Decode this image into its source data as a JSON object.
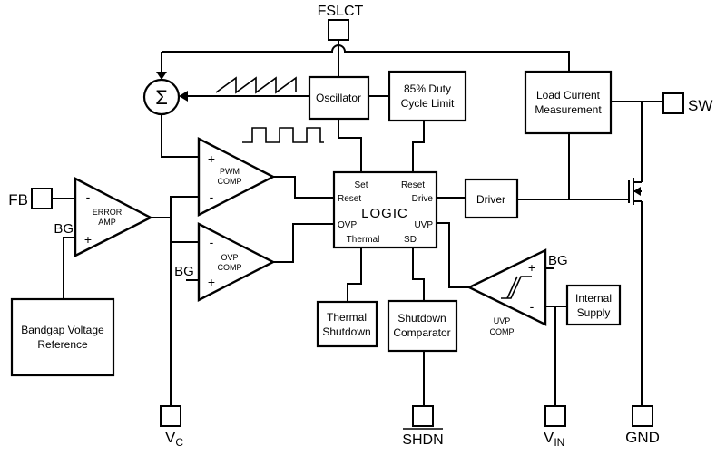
{
  "labels": {
    "fslct": "FSLCT",
    "fb": "FB",
    "sw": "SW",
    "gnd": "GND",
    "shdn": "SHDN",
    "vc_base": "V",
    "vc_sub": "C",
    "vin_base": "V",
    "vin_sub": "IN",
    "bg": "BG",
    "sigma": "Σ",
    "plus": "+",
    "minus": "-"
  },
  "blocks": {
    "oscillator": {
      "line1": "Oscillator"
    },
    "duty_limit": {
      "line1": "85% Duty",
      "line2": "Cycle Limit"
    },
    "load_current": {
      "line1": "Load Current",
      "line2": "Measurement"
    },
    "driver": {
      "line1": "Driver"
    },
    "thermal_shutdown": {
      "line1": "Thermal",
      "line2": "Shutdown"
    },
    "shutdown_comparator": {
      "line1": "Shutdown",
      "line2": "Comparator"
    },
    "internal_supply": {
      "line1": "Internal",
      "line2": "Supply"
    },
    "bandgap": {
      "line1": "Bandgap Voltage",
      "line2": "Reference"
    }
  },
  "logic": {
    "label": "LOGIC",
    "pins": {
      "set": "Set",
      "reset_top": "Reset",
      "reset_left": "Reset",
      "drive": "Drive",
      "ovp": "OVP",
      "uvp": "UVP",
      "thermal": "Thermal",
      "sd": "SD"
    }
  },
  "amps": {
    "error": {
      "line1": "ERROR",
      "line2": "AMP"
    },
    "pwm": {
      "line1": "PWM",
      "line2": "COMP"
    },
    "ovp": {
      "line1": "OVP",
      "line2": "COMP"
    },
    "uvp": {
      "line1": "UVP",
      "line2": "COMP"
    }
  }
}
